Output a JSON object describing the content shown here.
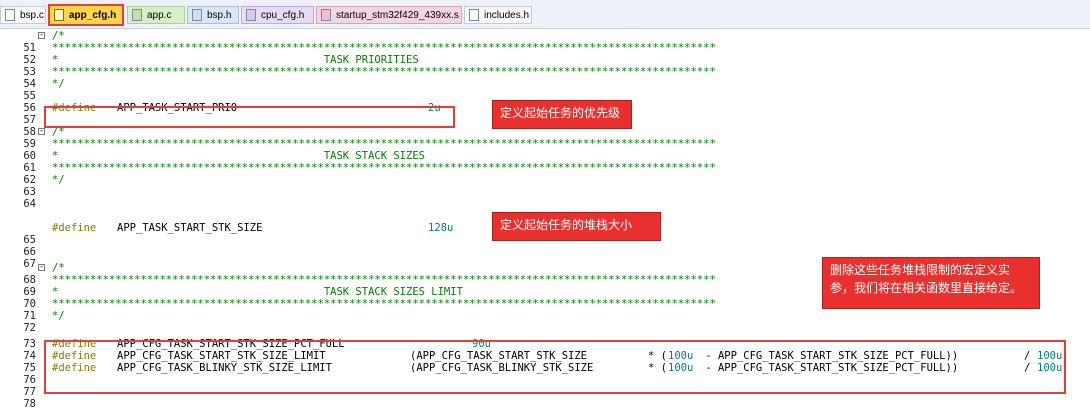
{
  "tabs": [
    {
      "label": "bsp.c",
      "active": false
    },
    {
      "label": "app_cfg.h",
      "active": true
    },
    {
      "label": "app.c",
      "active": false
    },
    {
      "label": "bsp.h",
      "active": false
    },
    {
      "label": "cpu_cfg.h",
      "active": false
    },
    {
      "label": "startup_stm32f429_439xx.s",
      "active": false
    },
    {
      "label": "includes.h",
      "active": false
    }
  ],
  "editor": {
    "lines": {
      "l51": {
        "n": "51",
        "code": "/*"
      },
      "l52": {
        "n": "52",
        "code": "*********************************************************************************************************"
      },
      "l53": {
        "n": "53",
        "code": "*                                          TASK PRIORITIES"
      },
      "l54": {
        "n": "54",
        "code": "*********************************************************************************************************"
      },
      "l55": {
        "n": "55",
        "code": "*/"
      },
      "l56": {
        "n": "56",
        "code": ""
      },
      "l57": {
        "n": "57",
        "kw": "#define",
        "name": "APP_TASK_START_PRIO",
        "val": "2u"
      },
      "l58": {
        "n": "58",
        "code": ""
      },
      "l59": {
        "n": "59",
        "code": "/*"
      },
      "l60": {
        "n": "60",
        "code": "*********************************************************************************************************"
      },
      "l61": {
        "n": "61",
        "code": "*                                          TASK STACK SIZES"
      },
      "l62": {
        "n": "62",
        "code": "*********************************************************************************************************"
      },
      "l63": {
        "n": "63",
        "code": "*/"
      },
      "l64": {
        "n": "64",
        "code": ""
      },
      "l65": {
        "n": "65",
        "kw": "#define",
        "name": "APP_TASK_START_STK_SIZE",
        "val": "128u"
      },
      "l66": {
        "n": "66",
        "code": ""
      },
      "l67": {
        "n": "67",
        "code": ""
      },
      "l68": {
        "n": "68",
        "code": "/*"
      },
      "l69": {
        "n": "69",
        "code": "*********************************************************************************************************"
      },
      "l70": {
        "n": "70",
        "code": "*                                          TASK STACK SIZES LIMIT"
      },
      "l71": {
        "n": "71",
        "code": "*********************************************************************************************************"
      },
      "l72": {
        "n": "72",
        "code": "*/"
      },
      "l73": {
        "n": "73",
        "code": ""
      },
      "l74": {
        "n": "74",
        "kw": "#define",
        "name": "APP_CFG_TASK_START_STK_SIZE_PCT_FULL",
        "val": "90u"
      },
      "l75": {
        "n": "75",
        "kw": "#define",
        "name": "APP_CFG_TASK_START_STK_SIZE_LIMIT",
        "arg": "(APP_CFG_TASK_START_STK_SIZE",
        "mul": "* (",
        "num1": "100u",
        "rest": " - APP_CFG_TASK_START_STK_SIZE_PCT_FULL))",
        "div": "/ ",
        "num2": "100u"
      },
      "l76": {
        "n": "76",
        "kw": "#define",
        "name": "APP_CFG_TASK_BLINKY_STK_SIZE_LIMIT",
        "arg": "(APP_CFG_TASK_BLINKY_STK_SIZE",
        "mul": "* (",
        "num1": "100u",
        "rest": " - APP_CFG_TASK_START_STK_SIZE_PCT_FULL))",
        "div": "/ ",
        "num2": "100u"
      },
      "l77": {
        "n": "77",
        "code": ""
      },
      "l78": {
        "n": "78",
        "code": ""
      }
    }
  },
  "annotations": {
    "prio_note": "定义起始任务的优先级",
    "stack_note": "定义起始任务的堆栈大小",
    "limit_note": "删除这些任务堆栈限制的宏定义实参，我们将在相关函数里直接给定。"
  },
  "colors": {
    "comment": "#008000",
    "preprocessor": "#808000",
    "number": "#008080",
    "highlight": "#e0403a",
    "note_bg": "#e8302e",
    "active_tab": "#ffd64a"
  }
}
